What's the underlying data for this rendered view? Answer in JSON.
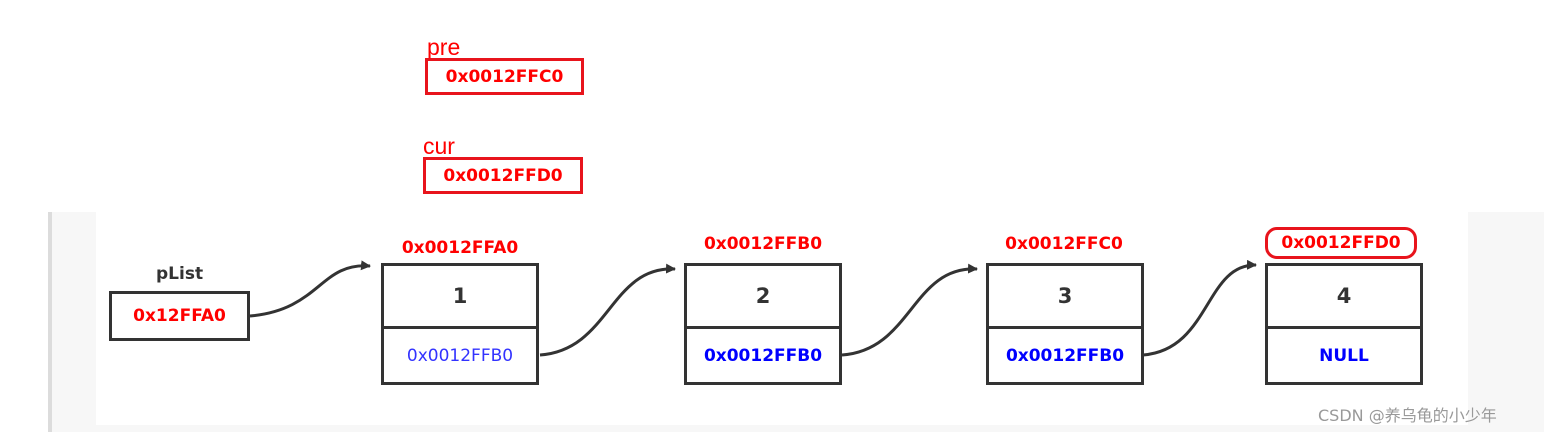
{
  "pointers": {
    "pre": {
      "label": "pre",
      "value": "0x0012FFC0"
    },
    "cur": {
      "label": "cur",
      "value": "0x0012FFD0"
    }
  },
  "plist": {
    "label": "pList",
    "value": "0x12FFA0"
  },
  "nodes": [
    {
      "address": "0x0012FFA0",
      "data": "1",
      "next": "0x0012FFB0"
    },
    {
      "address": "0x0012FFB0",
      "data": "2",
      "next": "0x0012FFB0"
    },
    {
      "address": "0x0012FFC0",
      "data": "3",
      "next": "0x0012FFB0"
    },
    {
      "address": "0x0012FFD0",
      "data": "4",
      "next": "NULL"
    }
  ],
  "watermark": "CSDN @养乌龟的小少年",
  "colors": {
    "pointer": "#e8141c",
    "address": "#ff0000",
    "next": "#0000ff",
    "stroke": "#333333"
  }
}
